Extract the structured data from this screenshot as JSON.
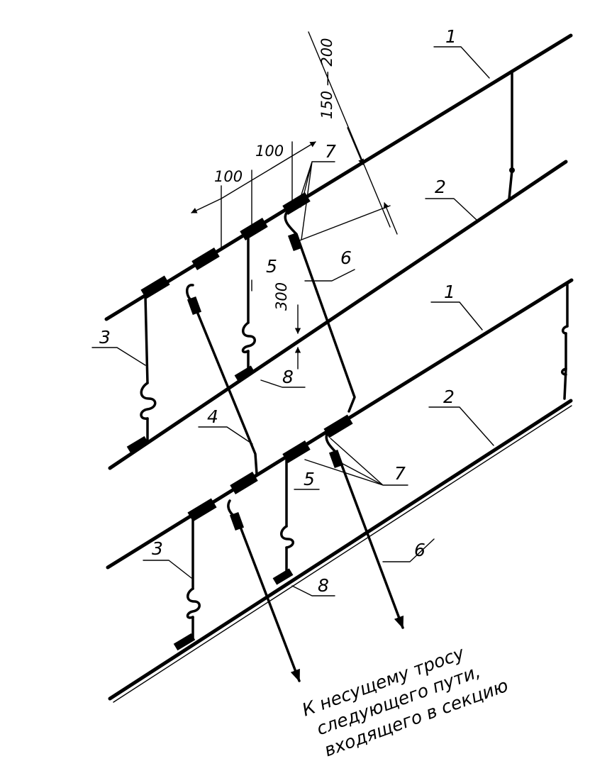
{
  "labels": {
    "n1": "1",
    "n2": "2",
    "n3": "3",
    "n4": "4",
    "n5": "5",
    "n6": "6",
    "n7": "7",
    "n8": "8"
  },
  "dimensions": {
    "d150_200": "150 — 200",
    "d100a": "100",
    "d100b": "100",
    "d300": "300"
  },
  "note": {
    "line1": "К несущему тросу",
    "line2": "следующего пути,",
    "line3": "входящего в секцию"
  }
}
